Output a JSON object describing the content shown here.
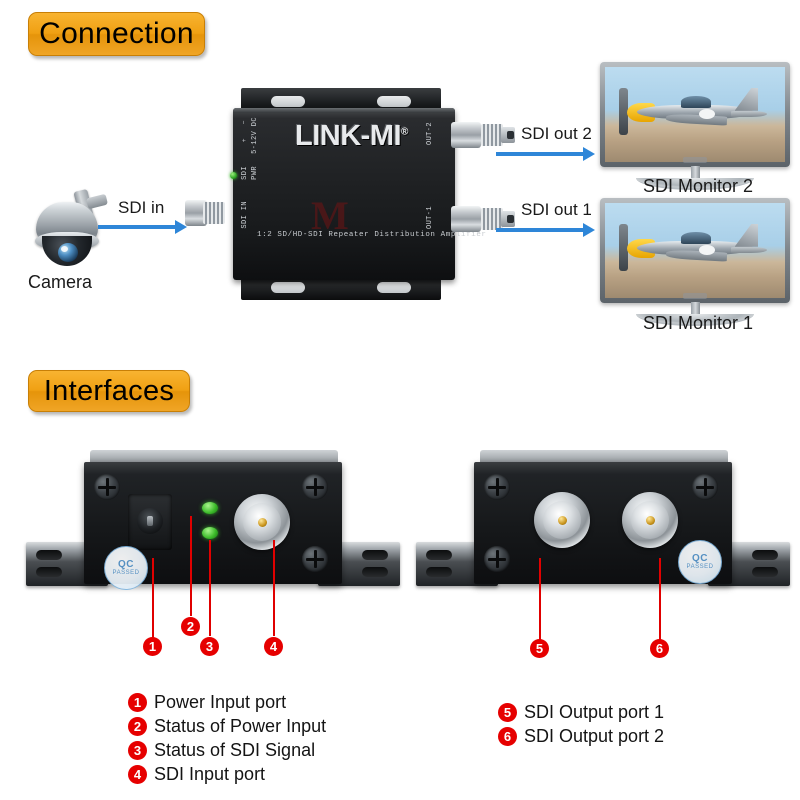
{
  "sections": {
    "connection": {
      "title": "Connection"
    },
    "interfaces": {
      "title": "Interfaces"
    }
  },
  "connection": {
    "camera_label": "Camera",
    "sdi_in_label": "SDI in",
    "sdi_out_2_label": "SDI out 2",
    "sdi_out_1_label": "SDI out 1",
    "monitor_2_label": "SDI Monitor 2",
    "monitor_1_label": "SDI Monitor 1"
  },
  "device": {
    "brand": "LINK-MI",
    "trademark": "®",
    "tagline": "1:2 SD/HD-SDI Repeater Distribution Amplifier",
    "power_label": "5-12V DC",
    "minus_label": "−",
    "plus_label": "+",
    "pwr_label": "PWR",
    "sdi_led_label": "SDI",
    "sdi_in_port_label": "SDI IN",
    "out2_label": "OUT-2",
    "out1_label": "OUT-1",
    "watermark": "M",
    "qc_line1": "QC",
    "qc_line2": "PASSED"
  },
  "callouts": [
    {
      "n": "1"
    },
    {
      "n": "2"
    },
    {
      "n": "3"
    },
    {
      "n": "4"
    },
    {
      "n": "5"
    },
    {
      "n": "6"
    }
  ],
  "legend_left": [
    {
      "n": "1",
      "text": "Power Input port"
    },
    {
      "n": "2",
      "text": "Status of Power Input"
    },
    {
      "n": "3",
      "text": "Status of SDI Signal"
    },
    {
      "n": "4",
      "text": "SDI Input port"
    }
  ],
  "legend_right": [
    {
      "n": "5",
      "text": "SDI Output port 1"
    },
    {
      "n": "6",
      "text": "SDI Output port 2"
    }
  ],
  "colors": {
    "badge": "#f0a013",
    "arrow": "#2e86d8",
    "callout": "#e60000",
    "led": "#3ecb2d"
  }
}
